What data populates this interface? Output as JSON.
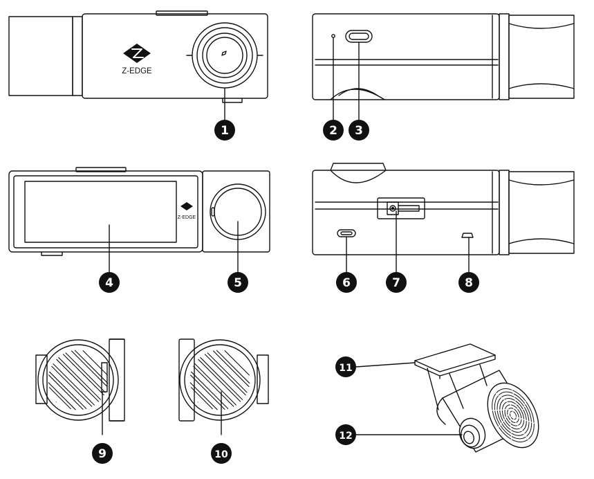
{
  "brand": {
    "logo_text": "Z-EDGE"
  },
  "callouts": [
    {
      "id": 1,
      "label": "1"
    },
    {
      "id": 2,
      "label": "2"
    },
    {
      "id": 3,
      "label": "3"
    },
    {
      "id": 4,
      "label": "4"
    },
    {
      "id": 5,
      "label": "5"
    },
    {
      "id": 6,
      "label": "6"
    },
    {
      "id": 7,
      "label": "7"
    },
    {
      "id": 8,
      "label": "8"
    },
    {
      "id": 9,
      "label": "9"
    },
    {
      "id": 10,
      "label": "10"
    },
    {
      "id": 11,
      "label": "11"
    },
    {
      "id": 12,
      "label": "12"
    }
  ],
  "colors": {
    "line": "#111111",
    "badge": "#111111",
    "badge_text": "#ffffff"
  }
}
